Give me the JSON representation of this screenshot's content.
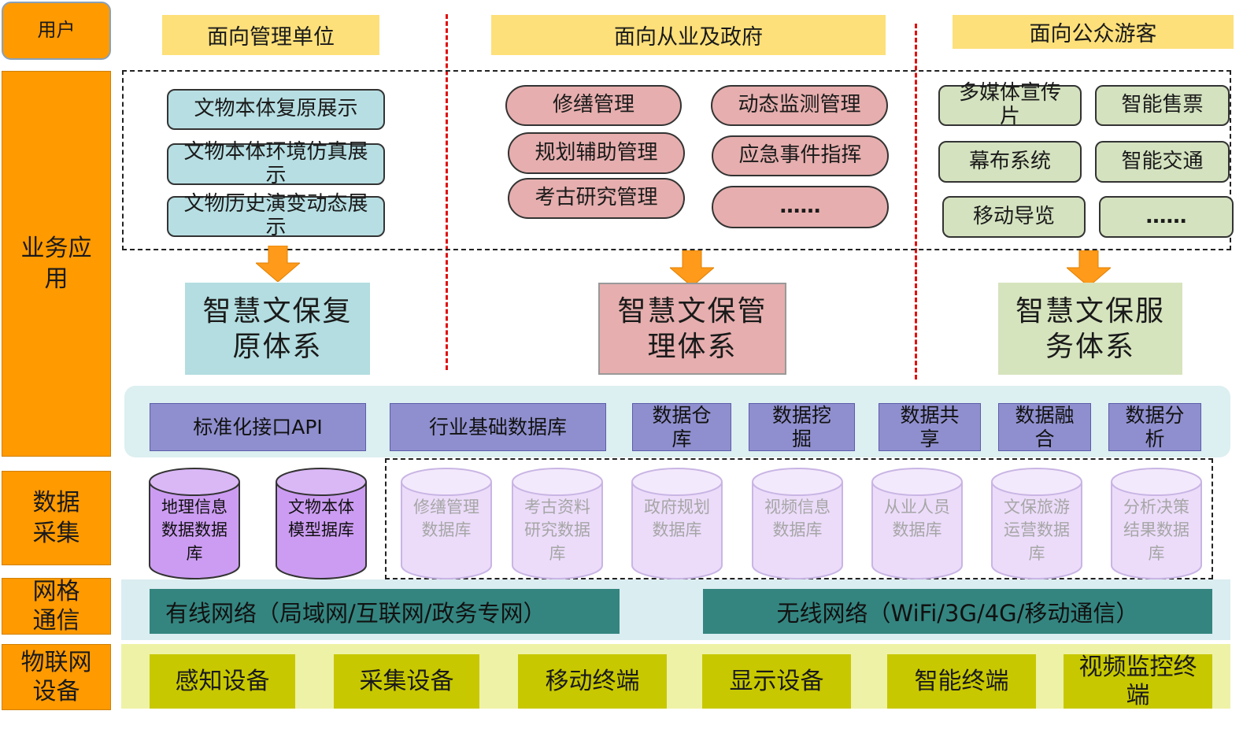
{
  "layers": {
    "users": "用户",
    "business_app": "业务应用",
    "data_collect": "数据采集",
    "network": "网格通信",
    "iot": "物联网设备"
  },
  "columns": {
    "management": {
      "header": "面向管理单位",
      "items": [
        "文物本体复原展示",
        "文物本体环境仿真展示",
        "文物历史演变动态展示"
      ],
      "system": "智慧文保复原体系"
    },
    "government": {
      "header": "面向从业及政府",
      "items": [
        "修缮管理",
        "动态监测管理",
        "规划辅助管理",
        "应急事件指挥",
        "考古研究管理",
        "……"
      ],
      "system": "智慧文保管理体系"
    },
    "public": {
      "header": "面向公众游客",
      "items": [
        "多媒体宣传片",
        "智能售票",
        "幕布系统",
        "智能交通",
        "移动导览",
        "……"
      ],
      "system": "智慧文保服务体系"
    }
  },
  "platform": [
    "标准化接口API",
    "行业基础数据库",
    "数据仓库",
    "数据挖掘",
    "数据共享",
    "数据融合",
    "数据分析"
  ],
  "databases": {
    "active": [
      "地理信息数据数据库",
      "文物本体模型据库"
    ],
    "planned": [
      "修缮管理数据库",
      "考古资料研究数据库",
      "政府规划数据库",
      "视频信息数据库",
      "从业人员数据库",
      "文保旅游运营数据库",
      "分析决策结果数据库"
    ]
  },
  "networks": {
    "wired": "有线网络（局域网/互联网/政务专网）",
    "wireless": "无线网络（WiFi/3G/4G/移动通信）"
  },
  "devices": [
    "感知设备",
    "采集设备",
    "移动终端",
    "显示设备",
    "智能终端",
    "视频监控终端"
  ],
  "colors": {
    "layer_label": "#ff9a00",
    "header": "#fde07a",
    "teal_pill": "#b7dfe3",
    "red_pill": "#e6aeae",
    "green_pill": "#d4e2bf",
    "platform": "#8f8fcf",
    "db_dark": "#cc9cf2",
    "db_light": "#ecdcfa",
    "network": "#348580",
    "device": "#c8c800",
    "arrow": "#ff9a1a",
    "separator": "#e01010"
  }
}
